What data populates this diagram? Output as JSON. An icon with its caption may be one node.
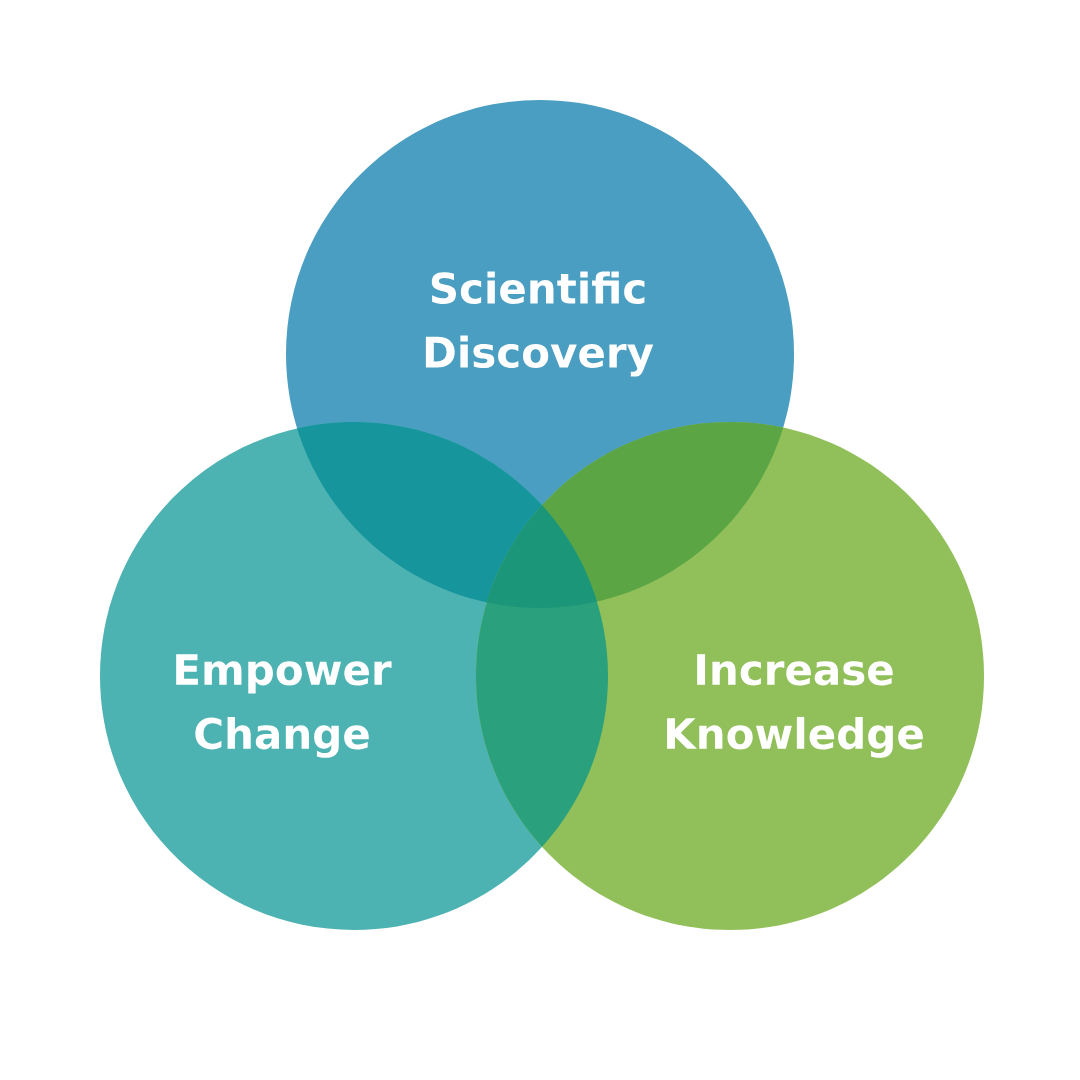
{
  "diagram": {
    "nodes": [
      {
        "text": [
          "Scientific Discovery"
        ]
      },
      {
        "text": [
          "Empower Change"
        ]
      },
      {
        "text": [
          "Increase Knowledge"
        ]
      }
    ]
  }
}
